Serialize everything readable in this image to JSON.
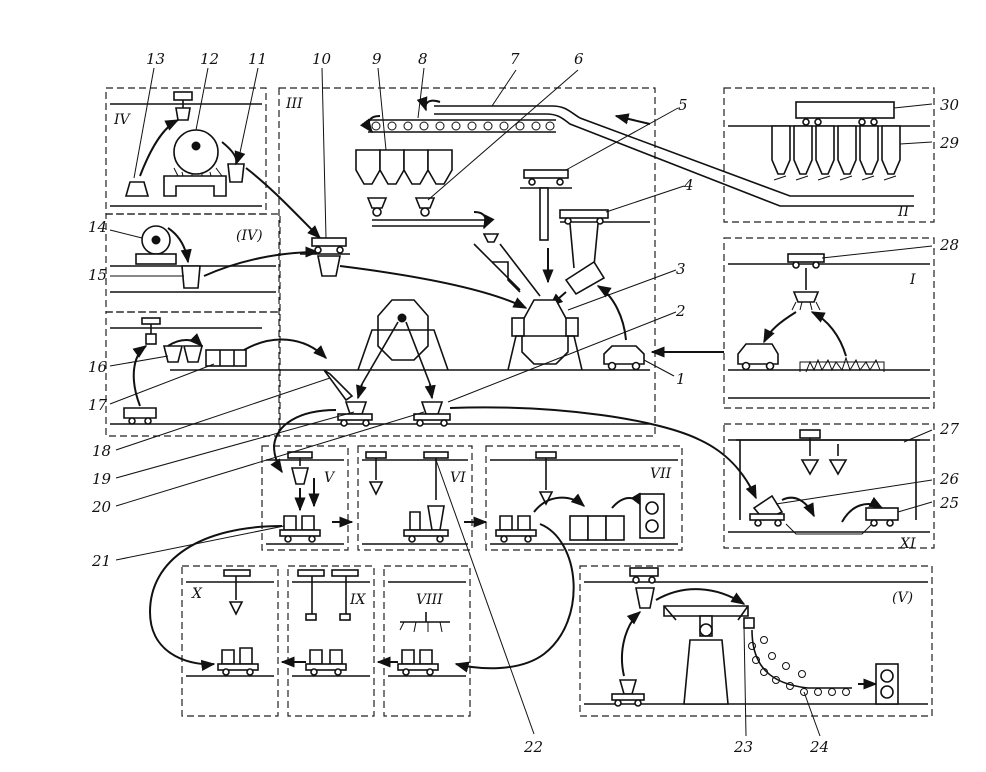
{
  "diagram": {
    "numbers": [
      "1",
      "2",
      "3",
      "4",
      "5",
      "6",
      "7",
      "8",
      "9",
      "10",
      "11",
      "12",
      "13",
      "14",
      "15",
      "16",
      "17",
      "18",
      "19",
      "20",
      "21",
      "22",
      "23",
      "24",
      "25",
      "26",
      "27",
      "28",
      "29",
      "30"
    ],
    "sections": {
      "I": "I",
      "II": "II",
      "III": "III",
      "IV": "IV",
      "IV_alt": "(IV)",
      "V": "V",
      "V_alt": "(V)",
      "VI": "VI",
      "VII": "VII",
      "VIII": "VIII",
      "IX": "IX",
      "X": "X",
      "XI": "XI"
    }
  }
}
